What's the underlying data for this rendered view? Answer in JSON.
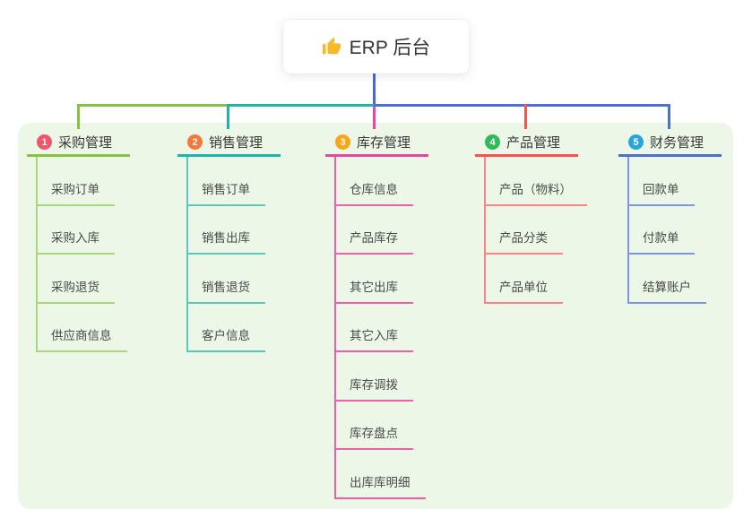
{
  "canvas": {
    "background": "#ffffff",
    "panel_background": "#ecf7e8"
  },
  "root": {
    "title": "ERP 后台",
    "icon": "thumbs-up-icon",
    "icon_color": "#f7b928",
    "stem_color": "#4a68d4"
  },
  "branches": [
    {
      "badge": "1",
      "title": "采购管理",
      "badge_color": "#f05568",
      "line_color": "#85c341",
      "child_line_color": "#a9d77f",
      "children": [
        {
          "label": "采购订单"
        },
        {
          "label": "采购入库"
        },
        {
          "label": "采购退货"
        },
        {
          "label": "供应商信息"
        }
      ]
    },
    {
      "badge": "2",
      "title": "销售管理",
      "badge_color": "#f2793a",
      "line_color": "#1cb5ab",
      "child_line_color": "#5bc8c0",
      "children": [
        {
          "label": "销售订单"
        },
        {
          "label": "销售出库"
        },
        {
          "label": "销售退货"
        },
        {
          "label": "客户信息"
        }
      ]
    },
    {
      "badge": "3",
      "title": "库存管理",
      "badge_color": "#f9a61a",
      "line_color": "#e5489e",
      "child_line_color": "#ee5fa8",
      "children": [
        {
          "label": "仓库信息"
        },
        {
          "label": "产品库存"
        },
        {
          "label": "其它出库"
        },
        {
          "label": "其它入库"
        },
        {
          "label": "库存调拨"
        },
        {
          "label": "库存盘点"
        },
        {
          "label": "出库库明细"
        }
      ]
    },
    {
      "badge": "4",
      "title": "产品管理",
      "badge_color": "#2fbc58",
      "line_color": "#f8514e",
      "child_line_color": "#fa8583",
      "children": [
        {
          "label": "产品（物料）"
        },
        {
          "label": "产品分类"
        },
        {
          "label": "产品单位"
        }
      ]
    },
    {
      "badge": "5",
      "title": "财务管理",
      "badge_color": "#2aa5dc",
      "line_color": "#4a6fd6",
      "child_line_color": "#7e95e0",
      "children": [
        {
          "label": "回款单"
        },
        {
          "label": "付款单"
        },
        {
          "label": "结算账户"
        }
      ]
    }
  ]
}
